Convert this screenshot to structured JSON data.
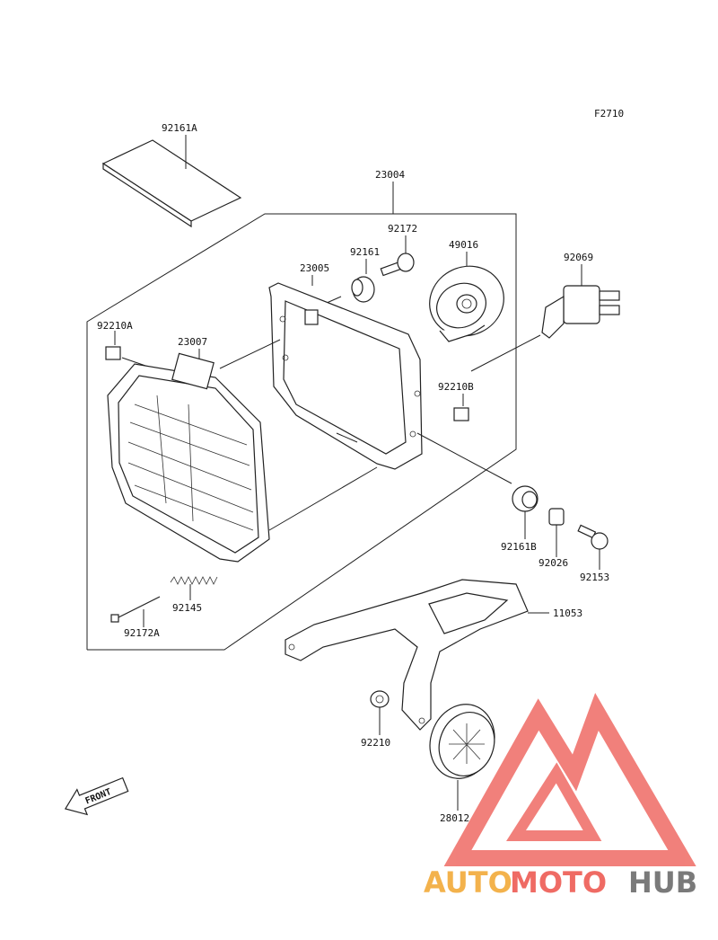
{
  "figure_code": "F2710",
  "parts": {
    "p92161A": "92161A",
    "p23004": "23004",
    "p92172": "92172",
    "p49016": "49016",
    "p92161": "92161",
    "p23005": "23005",
    "p92069": "92069",
    "p92210A": "92210A",
    "p23007": "23007",
    "p92210B": "92210B",
    "p92161B": "92161B",
    "p92026": "92026",
    "p92153": "92153",
    "p92145": "92145",
    "p92172A": "92172A",
    "p11053": "11053",
    "p92210": "92210",
    "p28012": "28012"
  },
  "front_arrow_label": "FRONT",
  "watermark": {
    "auto": "AUTO",
    "moto": "MOTO",
    "hub": "HUB"
  },
  "colors": {
    "watermark_red": "#ef6b64",
    "watermark_orange": "#f3b24c",
    "watermark_gray": "#7a7a7a"
  }
}
